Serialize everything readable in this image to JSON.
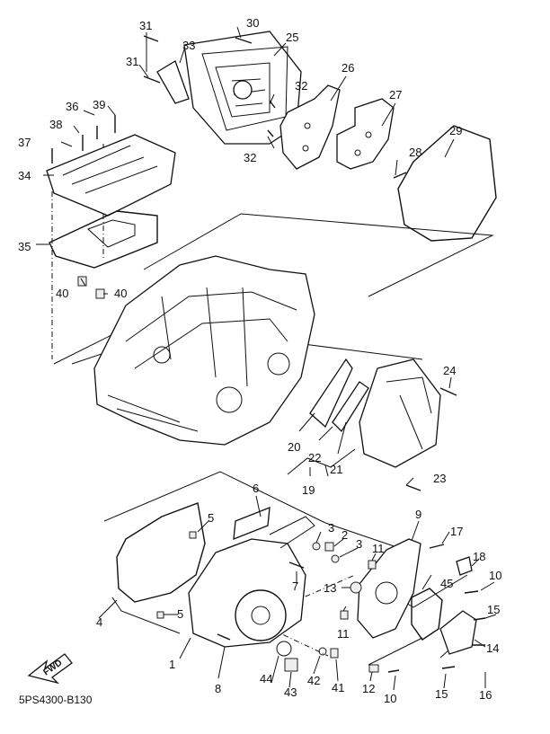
{
  "diagram": {
    "drawing_code": "5PS4300-B130",
    "direction_marker": "FWD",
    "labels": {
      "p1": "1",
      "p2": "2",
      "p3a": "3",
      "p3b": "3",
      "p4": "4",
      "p5a": "5",
      "p5b": "5",
      "p6": "6",
      "p7": "7",
      "p8": "8",
      "p9": "9",
      "p10a": "10",
      "p10b": "10",
      "p11a": "11",
      "p11b": "11",
      "p12": "12",
      "p13": "13",
      "p14": "14",
      "p15a": "15",
      "p15b": "15",
      "p16": "16",
      "p17": "17",
      "p18": "18",
      "p19": "19",
      "p20": "20",
      "p21": "21",
      "p22": "22",
      "p23": "23",
      "p24": "24",
      "p25": "25",
      "p26": "26",
      "p27": "27",
      "p28": "28",
      "p29": "29",
      "p30": "30",
      "p31a": "31",
      "p31b": "31",
      "p32a": "32",
      "p32b": "32",
      "p33": "33",
      "p34": "34",
      "p35": "35",
      "p36": "36",
      "p37": "37",
      "p38": "38",
      "p39": "39",
      "p40a": "40",
      "p40b": "40",
      "p41": "41",
      "p42": "42",
      "p43": "43",
      "p44": "44",
      "p45": "45"
    }
  }
}
